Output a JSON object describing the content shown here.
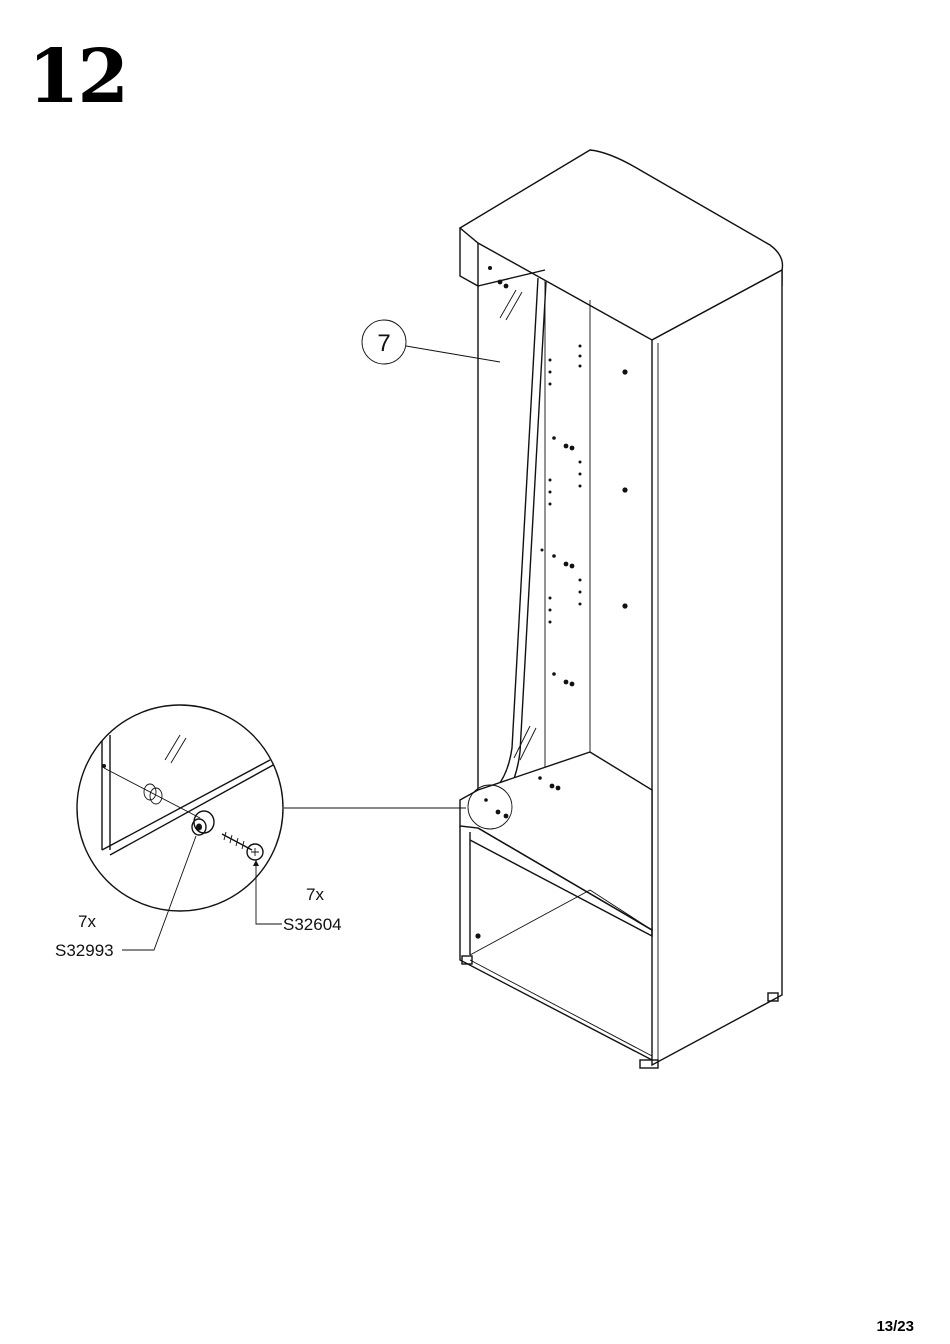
{
  "step": {
    "number": "12"
  },
  "page": {
    "number": "13/23"
  },
  "callout": {
    "part_number": "7"
  },
  "hardware": [
    {
      "quantity": "7x",
      "code": "S32993",
      "icon": "cam-lock-icon"
    },
    {
      "quantity": "7x",
      "code": "S32604",
      "icon": "screw-icon"
    }
  ]
}
